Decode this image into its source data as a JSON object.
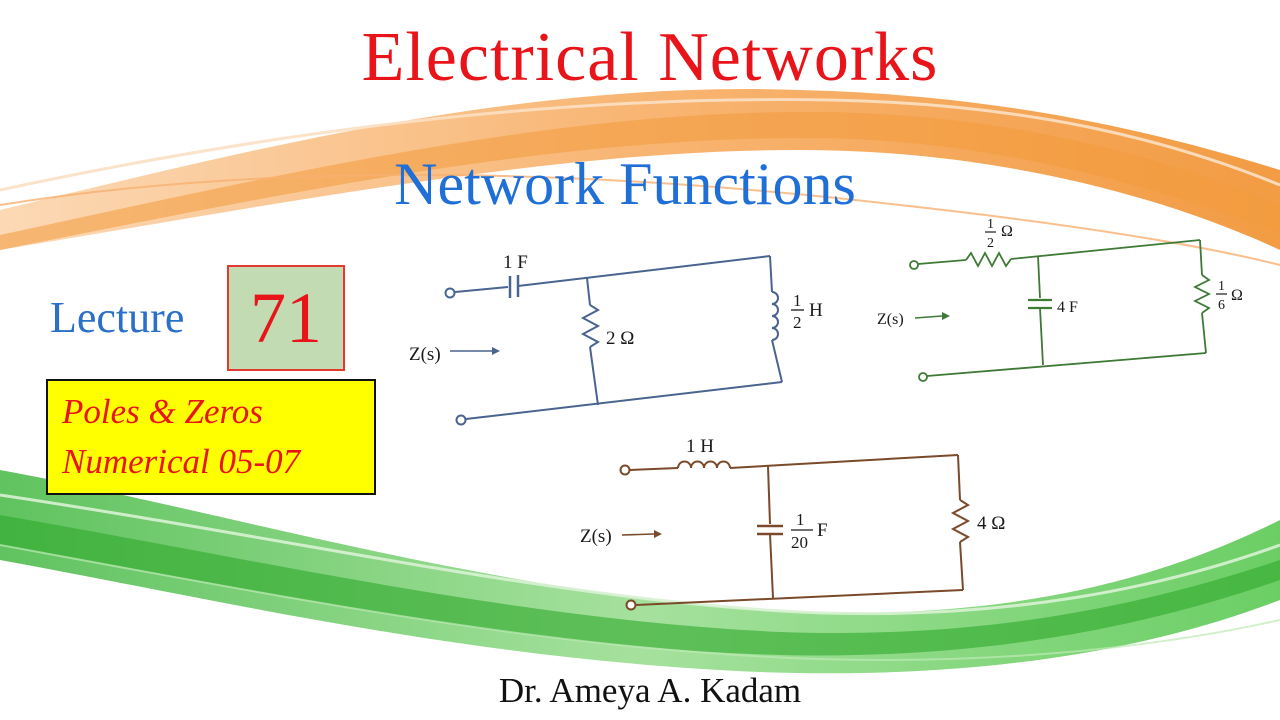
{
  "slide": {
    "title": "Electrical  Networks",
    "subtitle": "Network Functions",
    "lecture_label": "Lecture",
    "lecture_number": "71",
    "topic_line1": "Poles & Zeros",
    "topic_line2": "Numerical 05-07",
    "author": "Dr. Ameya A. Kadam"
  },
  "circuits": {
    "c1": {
      "input": "Z(s)",
      "capacitor": "1 F",
      "resistor": "2 Ω",
      "inductor_num": "1",
      "inductor_den": "2",
      "inductor_unit": "H"
    },
    "c2": {
      "input": "Z(s)",
      "resistor1_num": "1",
      "resistor1_den": "2",
      "resistor1_unit": "Ω",
      "capacitor": "4 F",
      "resistor2_num": "1",
      "resistor2_den": "6",
      "resistor2_unit": "Ω"
    },
    "c3": {
      "input": "Z(s)",
      "inductor": "1 H",
      "capacitor_num": "1",
      "capacitor_den": "20",
      "capacitor_unit": "F",
      "resistor": "4 Ω"
    }
  },
  "colors": {
    "title": "#e8141a",
    "subtitle": "#1f6fd6",
    "circuit1": "#4a6490",
    "circuit2": "#3e7a36",
    "circuit3": "#7a4a2a",
    "saffron": "#f28a1e",
    "green": "#3fbf3a"
  }
}
